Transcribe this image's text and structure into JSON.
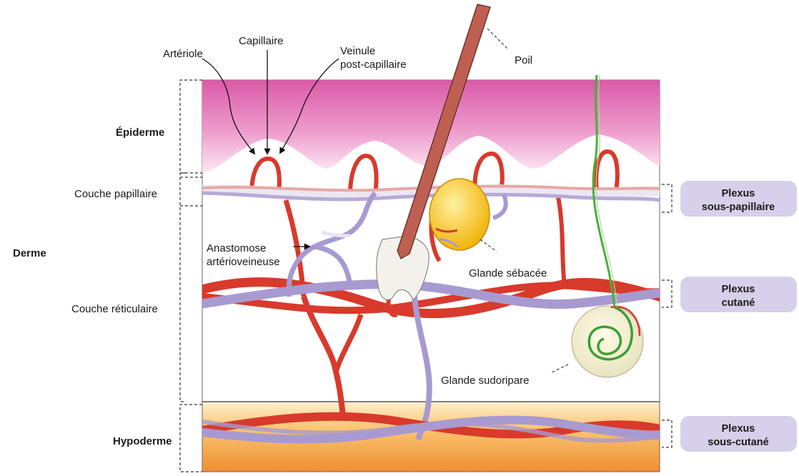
{
  "labels": {
    "arteriole": "Artériole",
    "capillaire": "Capillaire",
    "veinule_line1": "Veinule",
    "veinule_line2": "post-capillaire",
    "poil": "Poil",
    "epiderme": "Épiderme",
    "derme": "Derme",
    "couche_papillaire": "Couche papillaire",
    "couche_reticulaire": "Couche réticulaire",
    "hypoderme": "Hypoderme",
    "anastomose_line1": "Anastomose",
    "anastomose_line2": "artérioveineuse",
    "glande_sebacee": "Glande sébacée",
    "glande_sudoripare": "Glande sudoripare"
  },
  "plexus_boxes": [
    {
      "line1": "Plexus",
      "line2": "sous-papillaire"
    },
    {
      "line1": "Plexus",
      "line2": "cutané"
    },
    {
      "line1": "Plexus",
      "line2": "sous-cutané"
    }
  ],
  "colors": {
    "epidermis_top": "#e069b0",
    "epidermis_bottom": "#fbe3f0",
    "artery": "#d83a2c",
    "vein": "#a89ad0",
    "hypodermis_top": "#fde0a8",
    "hypodermis_bottom": "#f29a3c",
    "sebaceous_gland": "#f5c21b",
    "hair": "#b8584a",
    "sweat_gland_duct": "#4cae3a",
    "plexus_box": "#d6d0ea"
  }
}
